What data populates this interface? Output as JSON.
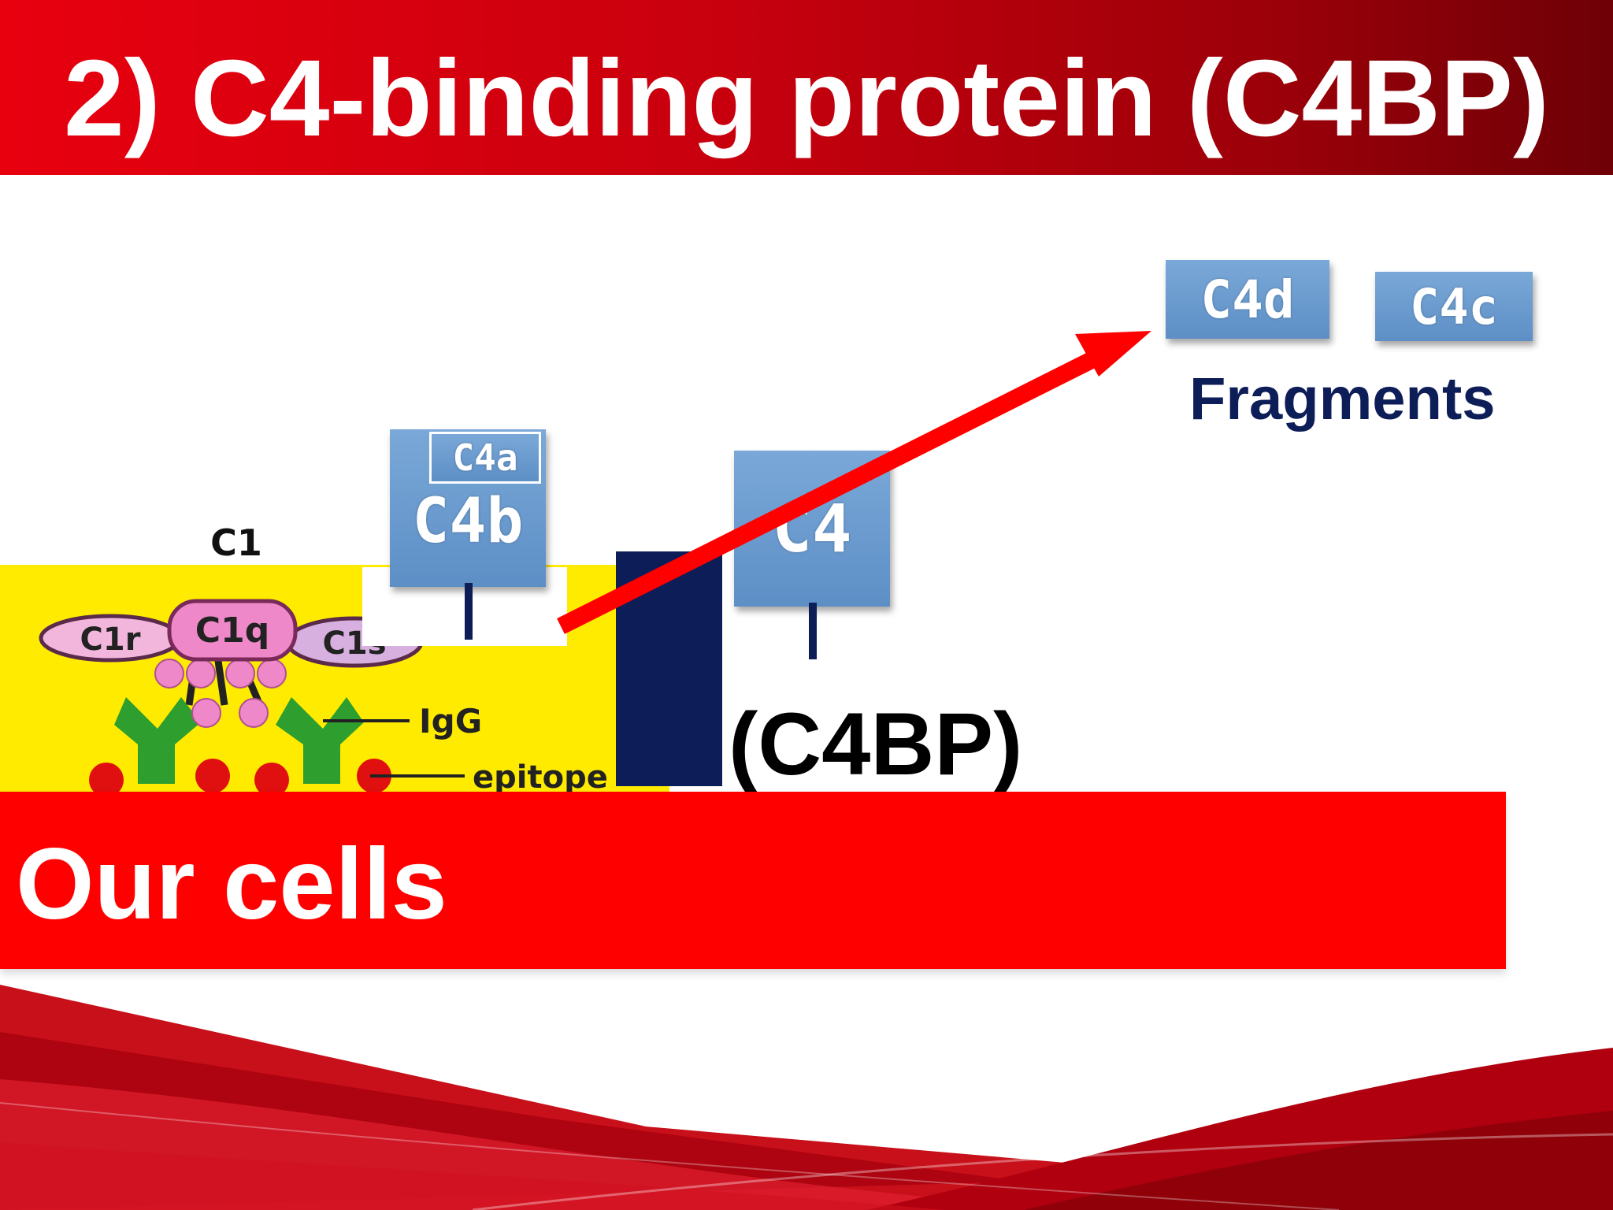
{
  "title": "2) C4-binding protein (C4BP)",
  "diagram": {
    "c1_complex": {
      "c1_label": "C1",
      "c1r_label": "C1r",
      "c1q_label": "C1q",
      "c1s_label": "C1s",
      "igg_label": "IgG",
      "epitope_label": "epitope"
    },
    "c4a_label": "C4a",
    "c4b_label": "C4b",
    "c4_label": "C4",
    "c4bp_label": "(C4BP)",
    "c4d_label": "C4d",
    "c4c_label": "C4c",
    "fragments_label": "Fragments"
  },
  "cells_label": "Our cells",
  "colors": {
    "title_bar": "#c8000e",
    "cells_band": "#ff0000",
    "arrow": "#ff0000",
    "box_blue": "#6495cf",
    "navy": "#0d1d57",
    "cell_surface": "#ffeb00"
  }
}
